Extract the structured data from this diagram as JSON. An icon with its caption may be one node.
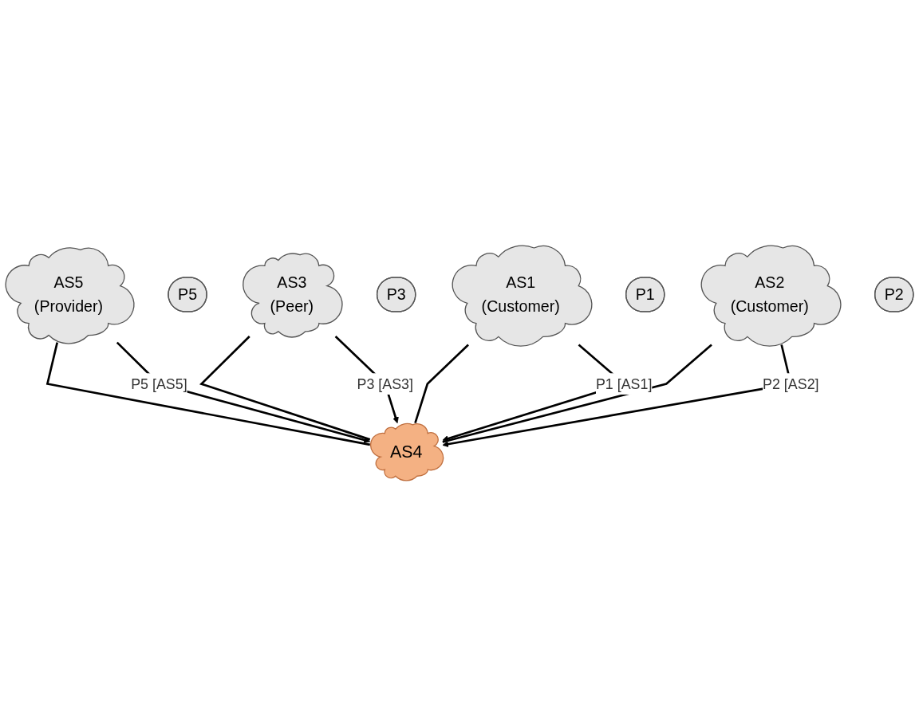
{
  "diagram": {
    "nodes": [
      {
        "text": [
          "AS5",
          "(Provider)"
        ]
      },
      {
        "text": [
          "P5"
        ]
      },
      {
        "text": [
          "AS3",
          "(Peer)"
        ]
      },
      {
        "text": [
          "P3"
        ]
      },
      {
        "text": [
          "AS4"
        ]
      },
      {
        "text": [
          "AS1",
          "(Customer)"
        ]
      },
      {
        "text": [
          "P1"
        ]
      },
      {
        "text": [
          "AS2",
          "(Customer)"
        ]
      },
      {
        "text": [
          "P2"
        ]
      }
    ],
    "edges": [
      {
        "from": 0,
        "to": 4,
        "arrow": "none"
      },
      {
        "from": 0,
        "to": 4,
        "arrow": "to",
        "label": "P5 [AS5]"
      },
      {
        "from": 2,
        "to": 4,
        "arrow": "none"
      },
      {
        "from": 2,
        "to": 4,
        "arrow": "to",
        "label": "P3 [AS3]"
      },
      {
        "from": 5,
        "to": 4,
        "arrow": "none"
      },
      {
        "from": 5,
        "to": 4,
        "arrow": "to",
        "label": "P1 [AS1]"
      },
      {
        "from": 7,
        "to": 4,
        "arrow": "none"
      },
      {
        "from": 7,
        "to": 4,
        "arrow": "to",
        "label": "P2 [AS2]"
      }
    ]
  }
}
